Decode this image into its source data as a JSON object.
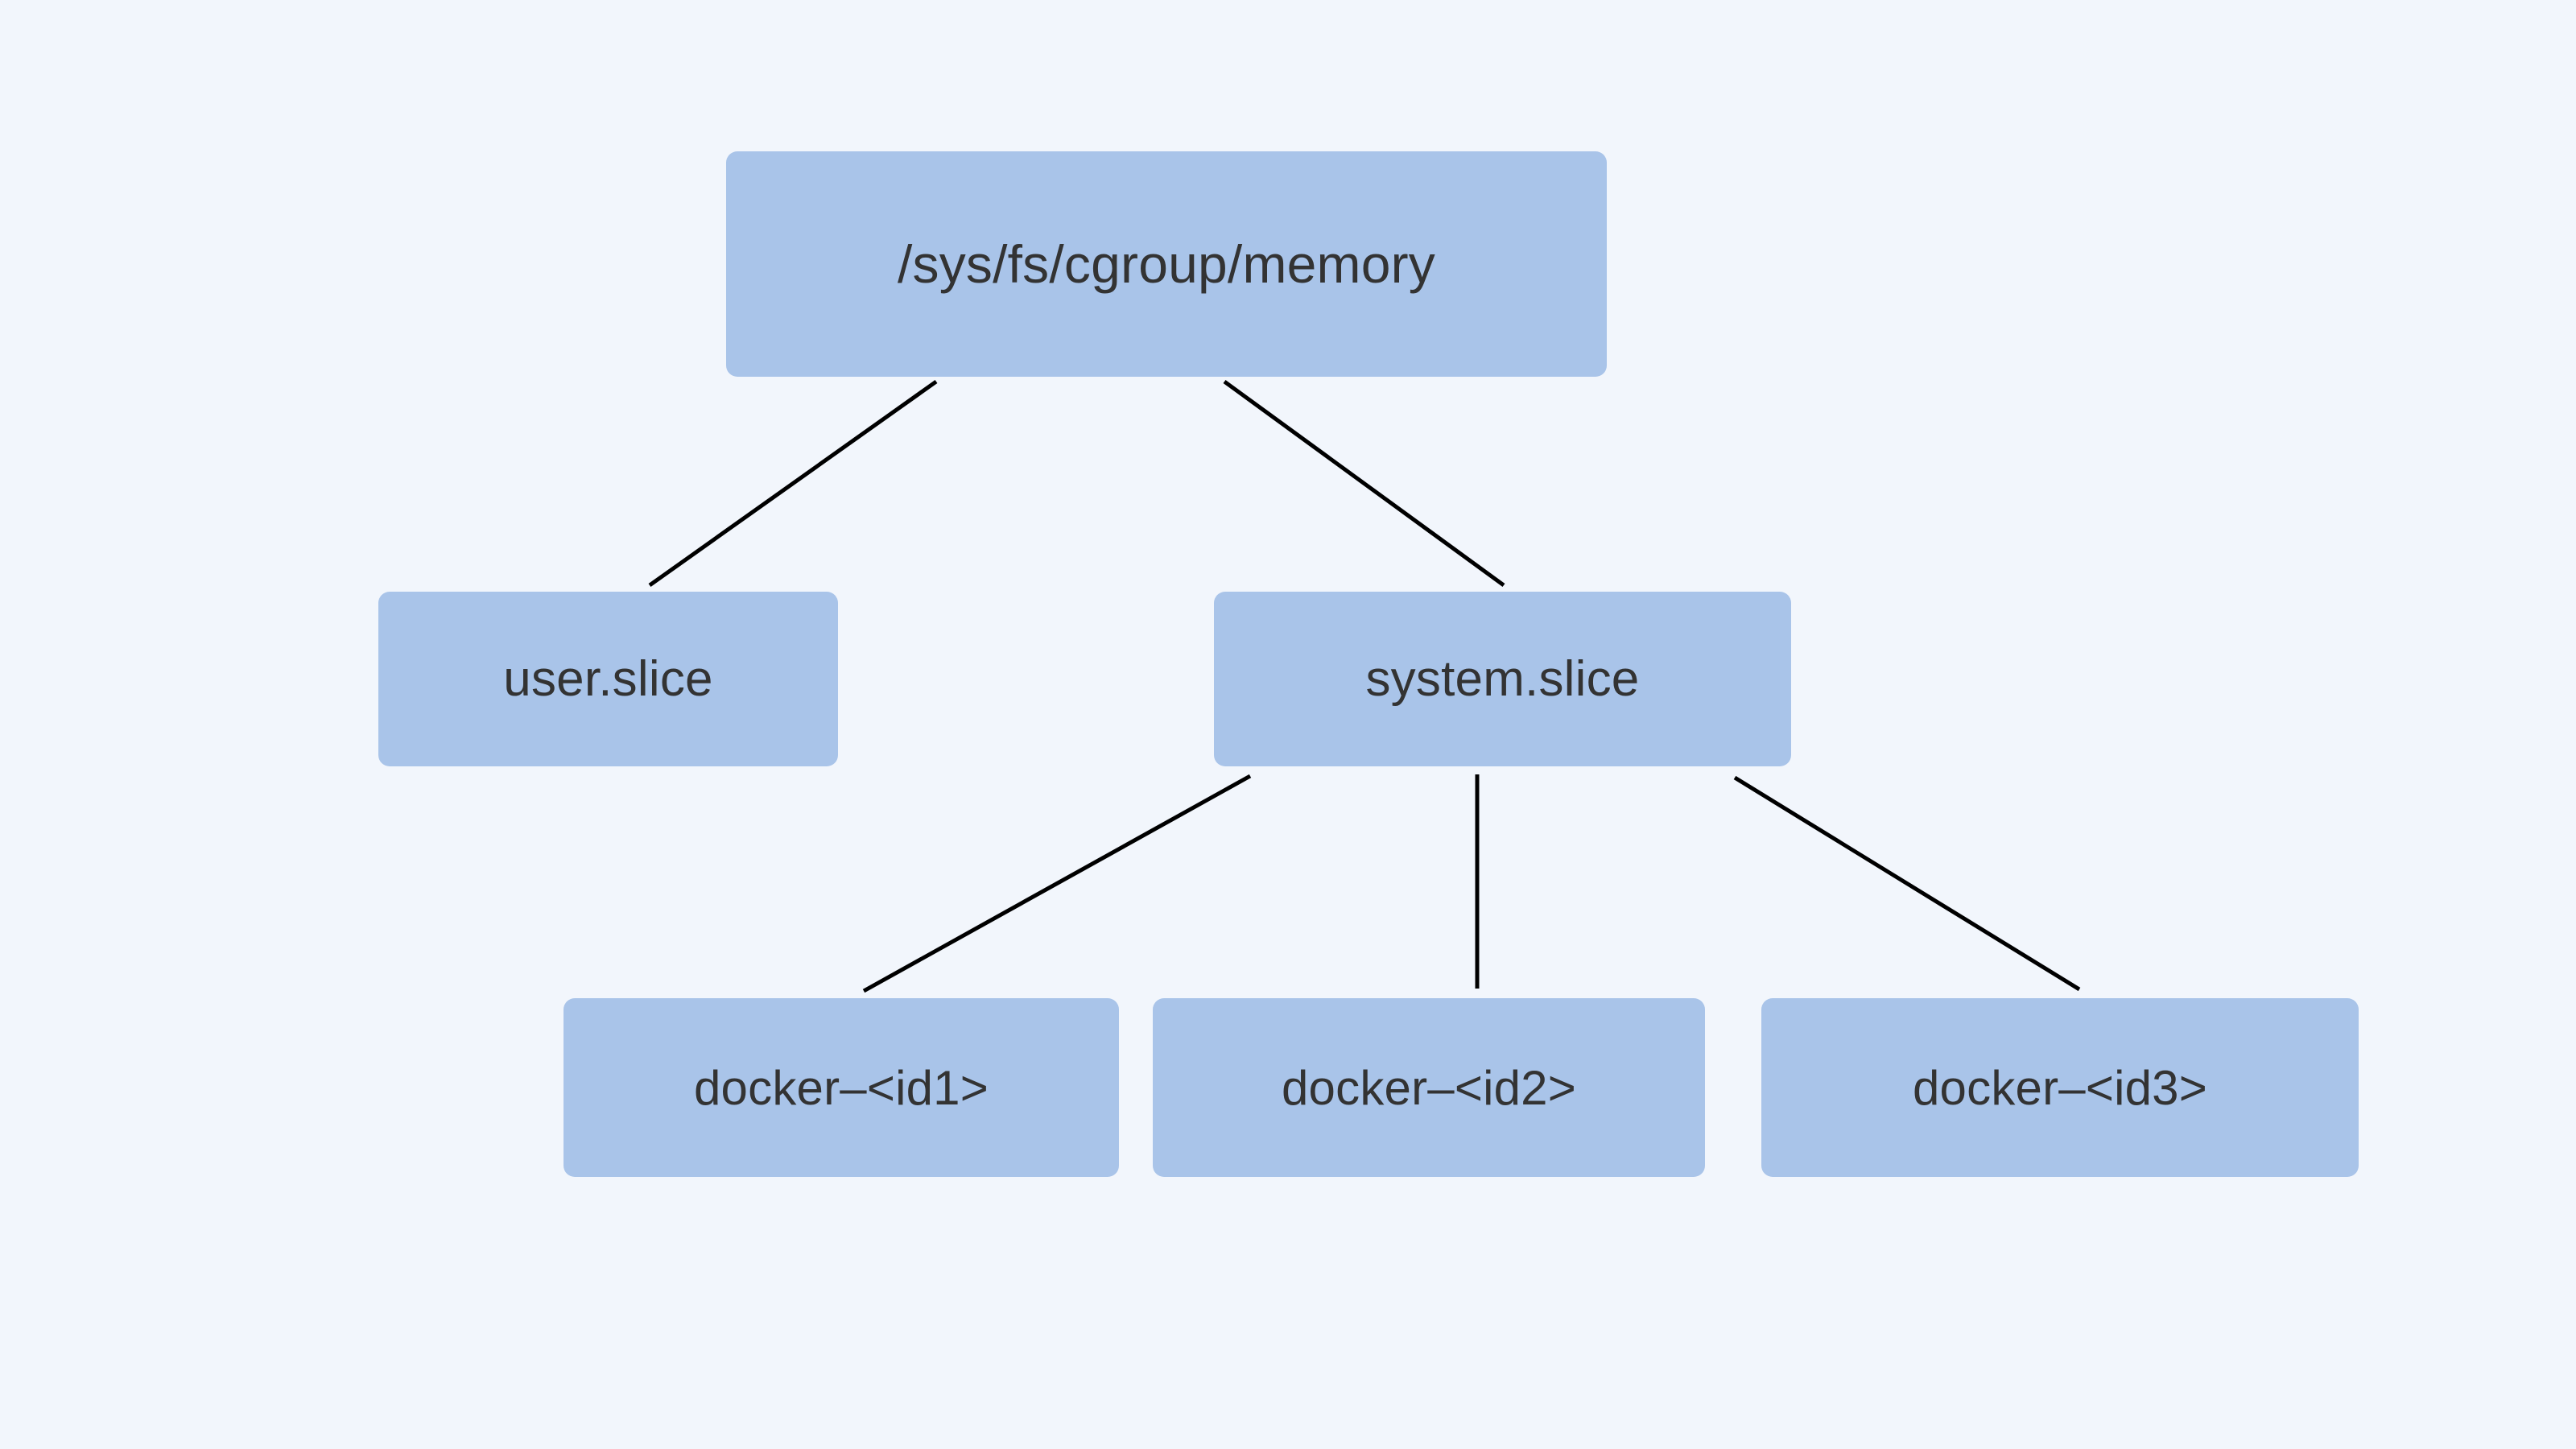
{
  "diagram": {
    "title": "cgroup memory hierarchy tree",
    "background_color": "#f2f6fc",
    "node_fill_color": "#a9c4e9",
    "node_text_color": "#333333",
    "edge_color": "#000000",
    "nodes": [
      {
        "id": "root",
        "label": "/sys/fs/cgroup/memory",
        "level": 0
      },
      {
        "id": "user",
        "label": "user.slice",
        "level": 1
      },
      {
        "id": "system",
        "label": "system.slice",
        "level": 1
      },
      {
        "id": "docker1",
        "label": "docker–<id1>",
        "level": 2
      },
      {
        "id": "docker2",
        "label": "docker–<id2>",
        "level": 2
      },
      {
        "id": "docker3",
        "label": "docker–<id3>",
        "level": 2
      }
    ],
    "edges": [
      {
        "from": "root",
        "to": "user"
      },
      {
        "from": "root",
        "to": "system"
      },
      {
        "from": "system",
        "to": "docker1"
      },
      {
        "from": "system",
        "to": "docker2"
      },
      {
        "from": "system",
        "to": "docker3"
      }
    ]
  }
}
